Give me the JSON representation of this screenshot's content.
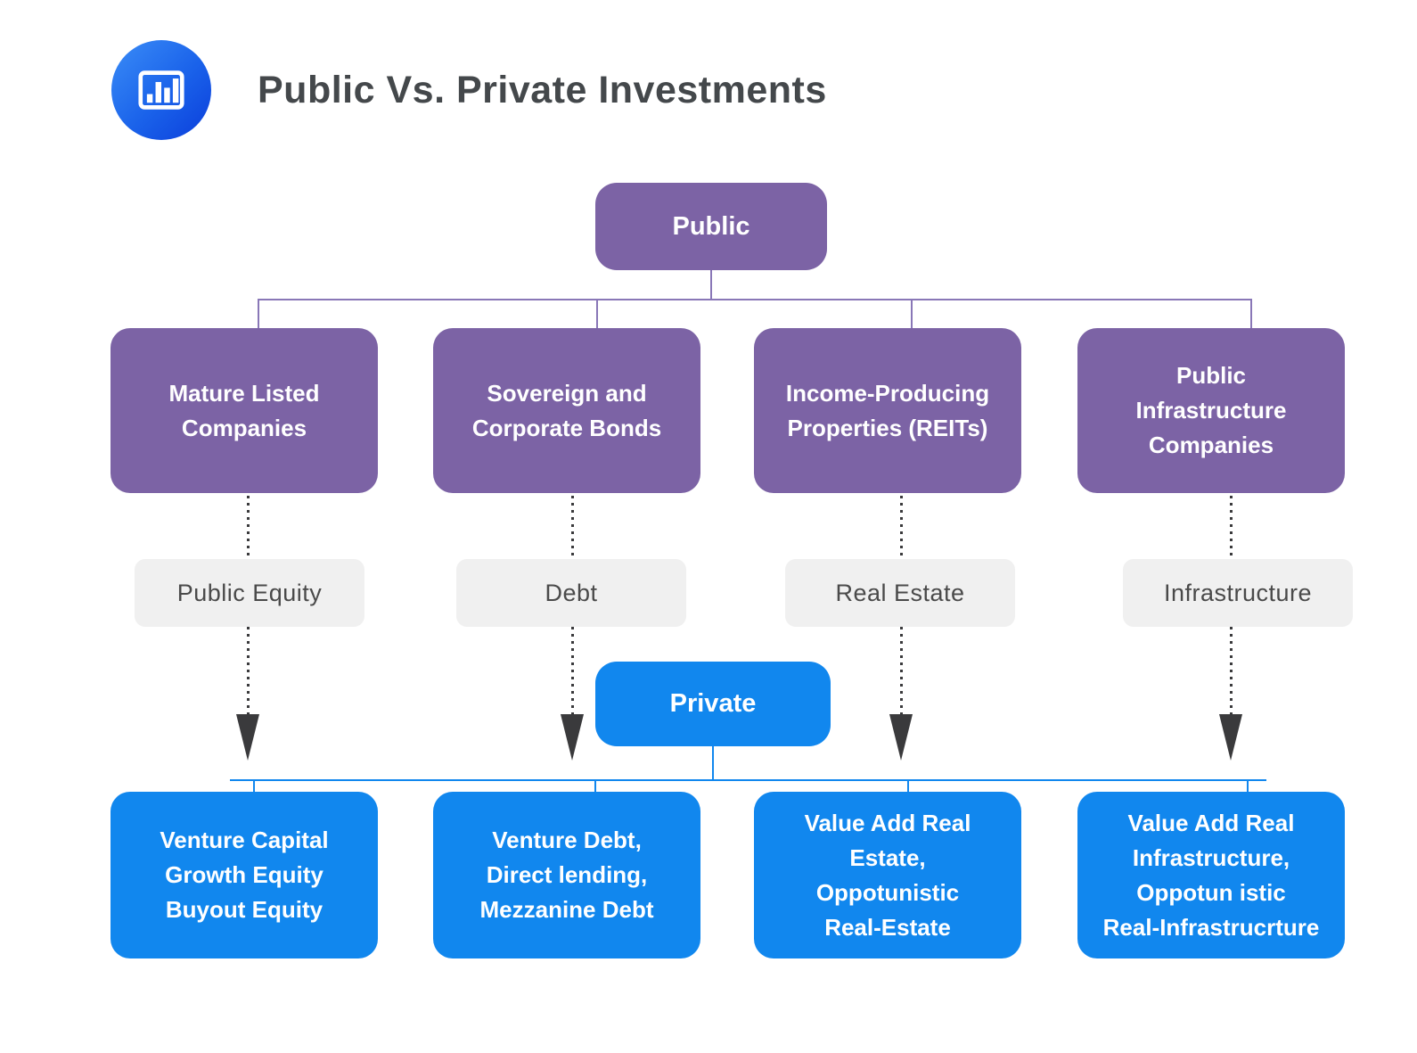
{
  "header": {
    "title": "Public Vs. Private Investments",
    "logo_icon": "bar-chart-icon"
  },
  "colors": {
    "purple_node": "#7C63A5",
    "blue_node": "#1187EE",
    "category_bg": "#F0F0F0",
    "category_text": "#4A4A4A",
    "title_text": "#44484B",
    "purple_connector": "#8977B7",
    "blue_connector": "#1187EE",
    "arrow": "#3A3A3C",
    "logo_gradient_start": "#3B8DF7",
    "logo_gradient_end": "#0B3EDB"
  },
  "roots": {
    "public": "Public",
    "private": "Private"
  },
  "columns": [
    {
      "public_box": "Mature Listed\nCompanies",
      "category_label": "Public Equity",
      "private_box": "Venture Capital\nGrowth Equity\nBuyout Equity"
    },
    {
      "public_box": "Sovereign and\nCorporate Bonds",
      "category_label": "Debt",
      "private_box": "Venture Debt,\nDirect lending,\nMezzanine Debt"
    },
    {
      "public_box": "Income-Producing\nProperties (REITs)",
      "category_label": "Real Estate",
      "private_box": "Value Add Real\nEstate,\nOppotunistic\nReal-Estate"
    },
    {
      "public_box": "Public\nInfrastructure\nCompanies",
      "category_label": "Infrastructure",
      "private_box": "Value Add Real\nInfrastructure,\nOppotun istic\nReal-Infrastrucrture"
    }
  ]
}
